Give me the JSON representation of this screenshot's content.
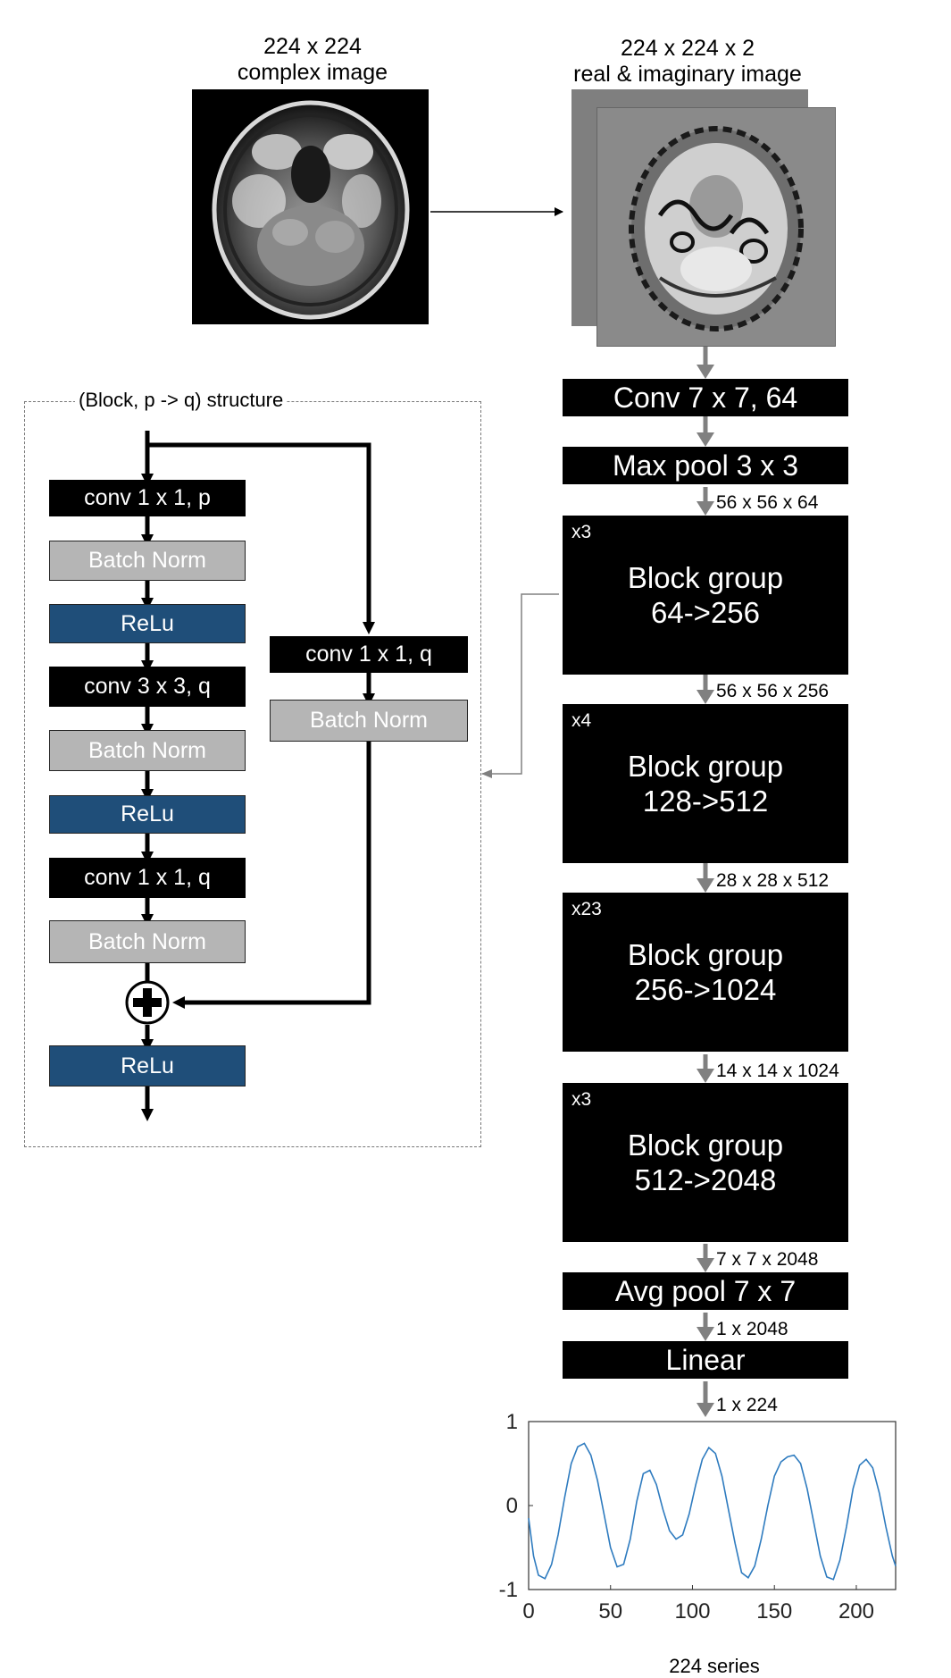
{
  "input": {
    "line1": "224 x 224",
    "line2": "complex image"
  },
  "output_image": {
    "line1": "224 x 224 x 2",
    "line2": "real & imaginary image"
  },
  "block_structure": {
    "title": "(Block, p -> q) structure",
    "main_path": [
      "conv 1 x 1, p",
      "Batch Norm",
      "ReLu",
      "conv 3 x 3, q",
      "Batch Norm",
      "ReLu",
      "conv 1 x 1, q",
      "Batch Norm"
    ],
    "shortcut_path": [
      "conv 1 x 1, q",
      "Batch Norm"
    ],
    "final": "ReLu"
  },
  "pipeline": {
    "conv": "Conv 7 x 7, 64",
    "maxpool": "Max pool 3 x 3",
    "dims": [
      "56 x 56 x 64",
      "56 x 56 x 256",
      "28 x 28 x 512",
      "14 x 14 x 1024",
      "7 x 7 x 2048",
      "1 x 2048",
      "1 x 224"
    ],
    "groups": [
      {
        "mult": "x3",
        "line1": "Block group",
        "line2": "64->256"
      },
      {
        "mult": "x4",
        "line1": "Block group",
        "line2": "128->512"
      },
      {
        "mult": "x23",
        "line1": "Block group",
        "line2": "256->1024"
      },
      {
        "mult": "x3",
        "line1": "Block group",
        "line2": "512->2048"
      }
    ],
    "avgpool": "Avg pool 7 x 7",
    "linear": "Linear"
  },
  "colors": {
    "black_box": "#000000",
    "batch_norm": "#b5b5b5",
    "relu": "#1f4e79",
    "arrow_gray": "#808080",
    "plot_line": "#2e7bbf"
  },
  "chart_data": {
    "type": "line",
    "xlabel": "224 series",
    "ylabel": "",
    "xlim": [
      0,
      224
    ],
    "ylim": [
      -1,
      1
    ],
    "xticks": [
      "0",
      "50",
      "100",
      "150",
      "200"
    ],
    "yticks": [
      "1",
      "0",
      "-1"
    ],
    "series": [
      {
        "x": [
          0,
          3,
          6,
          10,
          14,
          18,
          22,
          26,
          30,
          34,
          38,
          42,
          46,
          50,
          54,
          58,
          62,
          66,
          70,
          74,
          78,
          82,
          86,
          90,
          94,
          98,
          102,
          106,
          110,
          114,
          118,
          122,
          126,
          130,
          134,
          138,
          142,
          146,
          150,
          154,
          158,
          162,
          166,
          170,
          174,
          178,
          182,
          186,
          190,
          194,
          198,
          202,
          206,
          210,
          214,
          218,
          222,
          224
        ],
        "y": [
          -0.15,
          -0.6,
          -0.83,
          -0.87,
          -0.7,
          -0.35,
          0.1,
          0.5,
          0.7,
          0.74,
          0.6,
          0.3,
          -0.1,
          -0.5,
          -0.73,
          -0.7,
          -0.4,
          0.05,
          0.38,
          0.42,
          0.25,
          -0.05,
          -0.3,
          -0.4,
          -0.35,
          -0.1,
          0.25,
          0.55,
          0.69,
          0.62,
          0.35,
          -0.05,
          -0.45,
          -0.8,
          -0.86,
          -0.72,
          -0.4,
          0.0,
          0.35,
          0.52,
          0.58,
          0.6,
          0.5,
          0.2,
          -0.2,
          -0.6,
          -0.85,
          -0.88,
          -0.65,
          -0.25,
          0.2,
          0.48,
          0.55,
          0.45,
          0.15,
          -0.25,
          -0.6,
          -0.72
        ]
      }
    ]
  }
}
